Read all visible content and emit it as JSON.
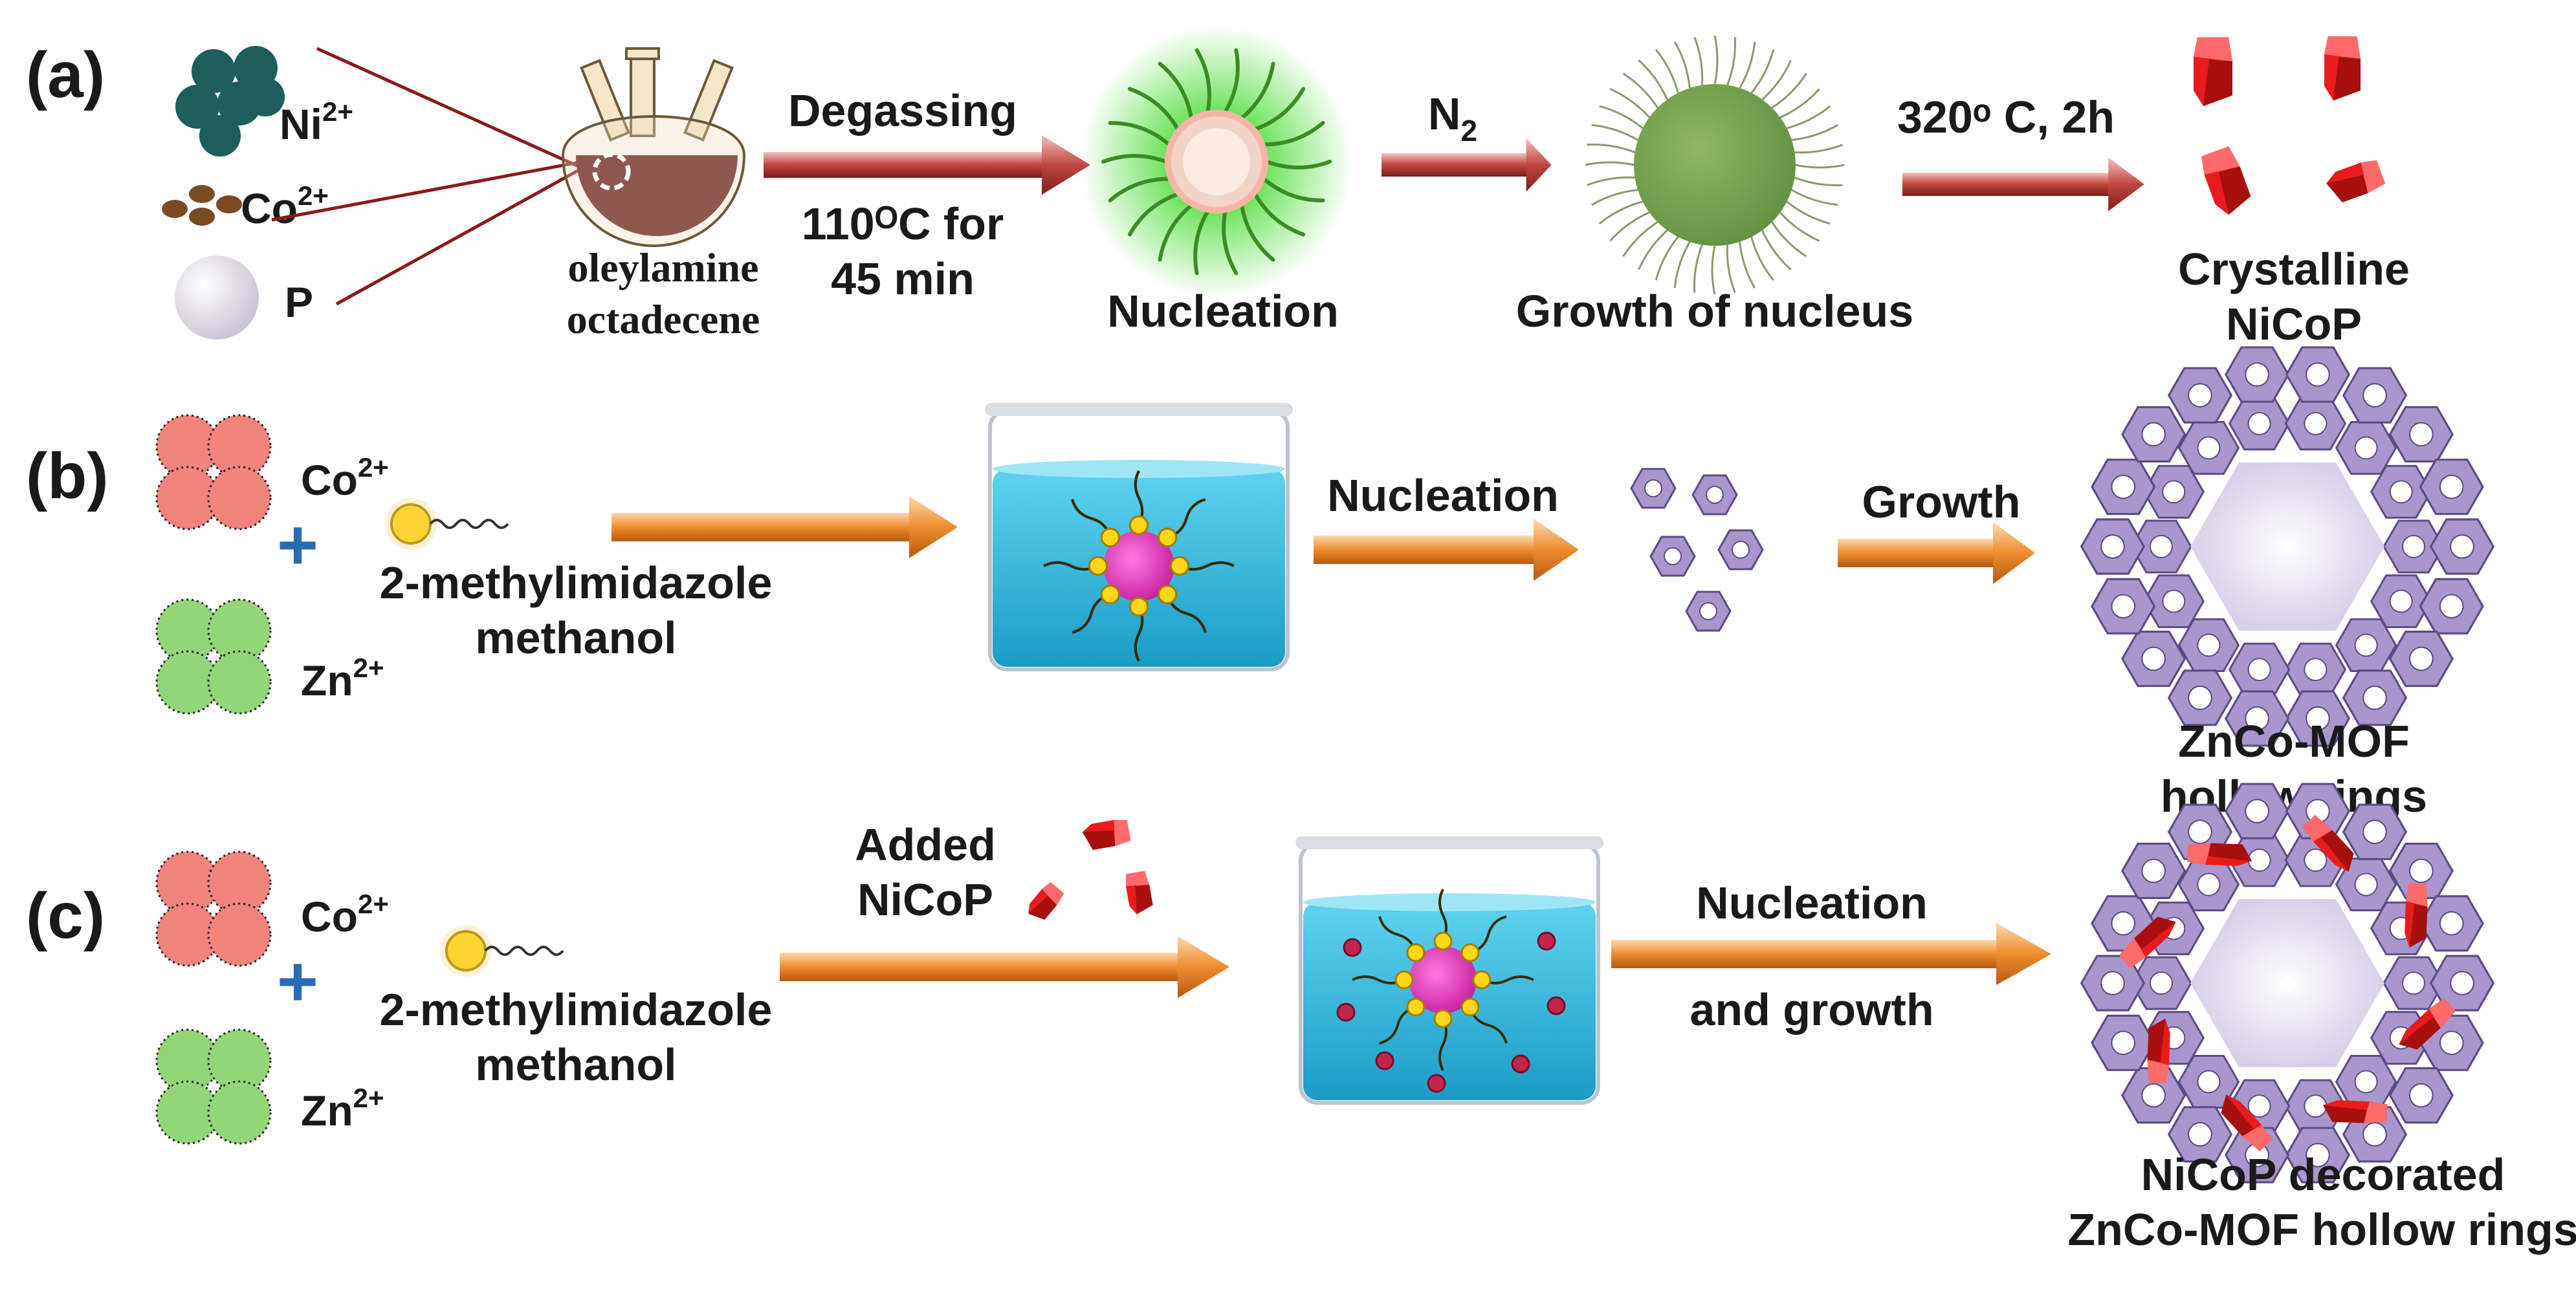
{
  "panel_a": {
    "tag": "(a)",
    "ion_ni": "Ni",
    "ion_ni_charge": "2+",
    "ion_co": "Co",
    "ion_co_charge": "2+",
    "ion_p": "P",
    "solvent_line1": "oleylamine",
    "solvent_line2": "octadecene",
    "step1_top": "Degassing",
    "step1_bottom_line1": "110ᴼC  for",
    "step1_bottom_line2": "45 min",
    "nucleation": "Nucleation",
    "step2_label": "N",
    "step2_sub": "2",
    "growth": "Growth of nucleus",
    "step3_label": "320ᵒ C, 2h",
    "product_line1": "Crystalline",
    "product_line2": "NiCoP"
  },
  "panel_b": {
    "tag": "(b)",
    "ion_co": "Co",
    "ion_co_charge": "2+",
    "ion_zn": "Zn",
    "ion_zn_charge": "2+",
    "ligand_line1": "2-methylimidazole",
    "ligand_line2": "methanol",
    "step1": "Nucleation",
    "step2": "Growth",
    "product_line1": "ZnCo-MOF",
    "product_line2": "hollow rings"
  },
  "panel_c": {
    "tag": "(c)",
    "ion_co": "Co",
    "ion_co_charge": "2+",
    "ion_zn": "Zn",
    "ion_zn_charge": "2+",
    "ligand_line1": "2-methylimidazole",
    "ligand_line2": "methanol",
    "added_line1": "Added",
    "added_line2": "NiCoP",
    "step_line1": "Nucleation",
    "step_line2": "and  growth",
    "product_line1": "NiCoP decorated",
    "product_line2": "ZnCo-MOF hollow rings"
  },
  "colors": {
    "ni": "#1d5d5c",
    "co_a": "#7a4a22",
    "co_cluster": "#f2837d",
    "zn_cluster": "#93d67a",
    "arrow_red": "#b8423f",
    "arrow_orange": "#e8892c",
    "mof": "#a896c9",
    "crystal": "#e81c1c",
    "water": "#2fb8d8",
    "plus": "#2a6bb5"
  }
}
